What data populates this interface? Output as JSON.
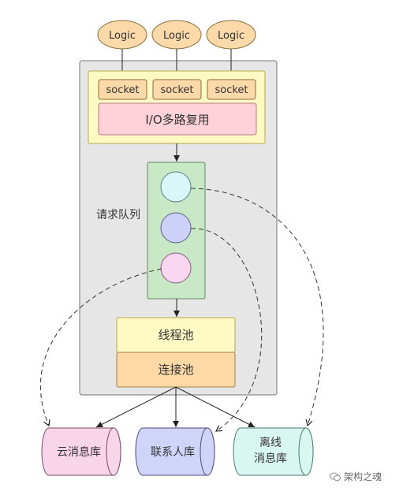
{
  "logic_nodes": [
    "Logic",
    "Logic",
    "Logic"
  ],
  "sockets": [
    "socket",
    "socket",
    "socket"
  ],
  "io_multiplexing": "I/O多路复用",
  "request_queue": "请求队列",
  "thread_pool": "线程池",
  "connection_pool": "连接池",
  "databases": {
    "cloud_msg": "云消息库",
    "contacts": "联系人库",
    "offline_line1": "离线",
    "offline_line2": "消息库"
  },
  "watermark": "架构之魂",
  "colors": {
    "logic_fill": "#fcd9a8",
    "server_bg": "#e6e6e6",
    "socket_panel": "#fff9c4",
    "io_fill": "#ffd1d9",
    "queue_fill": "#c9e8c6",
    "item_cyan": "#d9f7f7",
    "item_blue": "#cdd1f7",
    "item_pink": "#f9d7f0",
    "thread_fill": "#fff9c4",
    "conn_fill": "#fdd9a5",
    "db_pink": "#f9d5ea",
    "db_blue": "#cfd4f8",
    "db_cyan": "#d9f7f1"
  },
  "icons": [
    "wechat-icon"
  ]
}
